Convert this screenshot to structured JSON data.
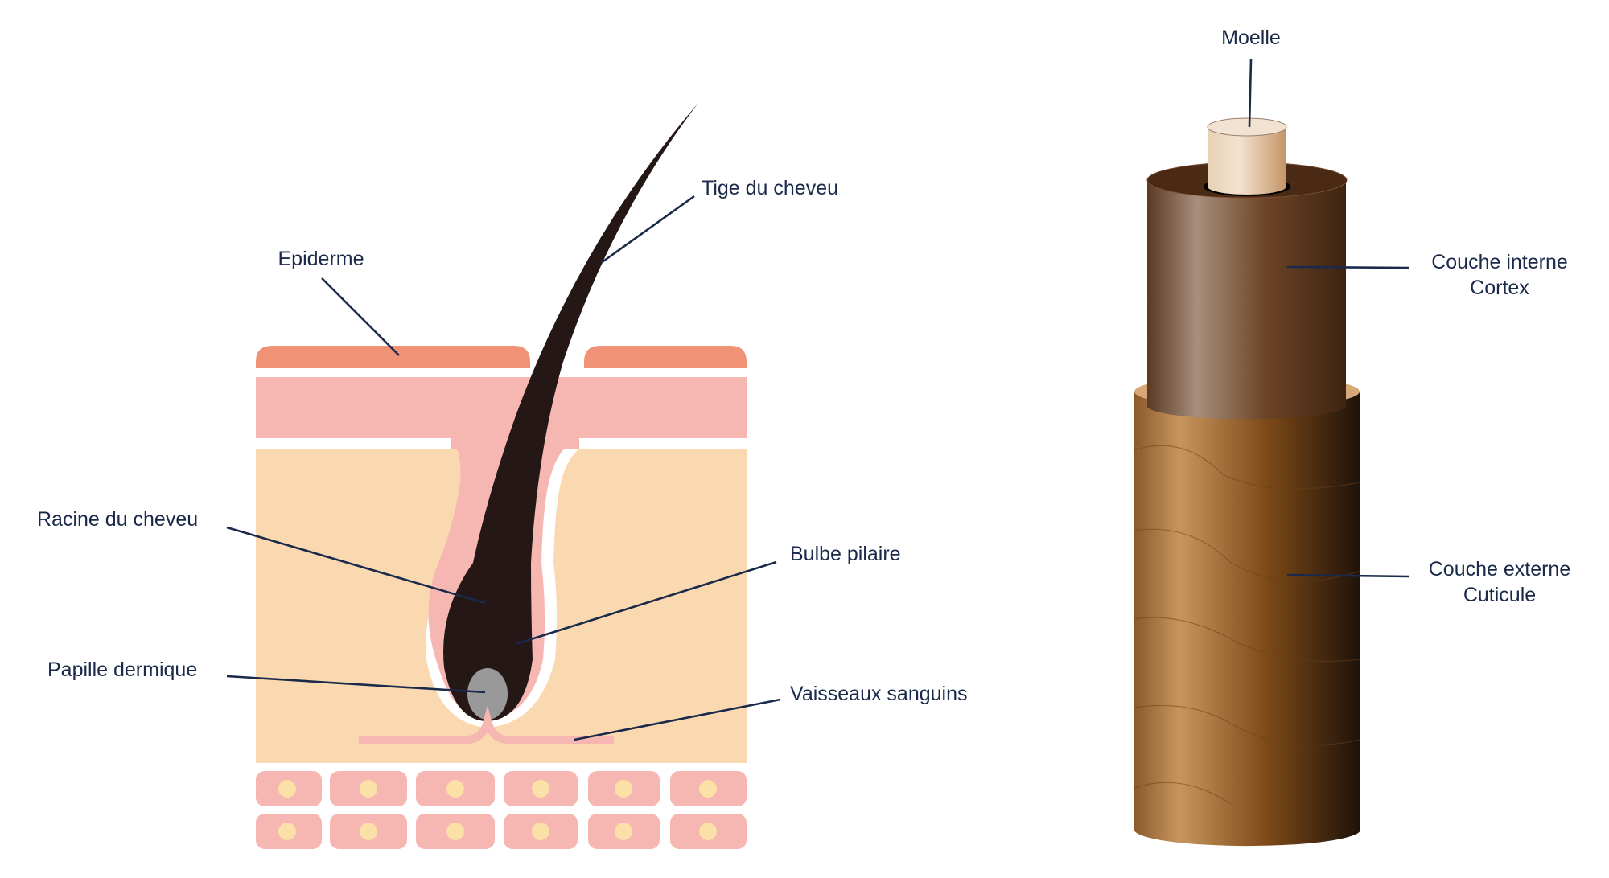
{
  "left_diagram": {
    "labels": {
      "epiderme": "Epiderme",
      "tige": "Tige du cheveu",
      "racine": "Racine du cheveu",
      "bulbe": "Bulbe pilaire",
      "papille": "Papille dermique",
      "vaisseaux": "Vaisseaux sanguins"
    }
  },
  "right_diagram": {
    "labels": {
      "moelle": "Moelle",
      "interne_1": "Couche interne",
      "interne_2": "Cortex",
      "externe_1": "Couche externe",
      "externe_2": "Cuticule"
    }
  },
  "colors": {
    "epidermis": "#f09276",
    "dermis": "#f6b7b2",
    "hypodermis": "#fad8b0",
    "hair": "#241716",
    "papilla": "#999999",
    "label": "#1b2a4a"
  }
}
